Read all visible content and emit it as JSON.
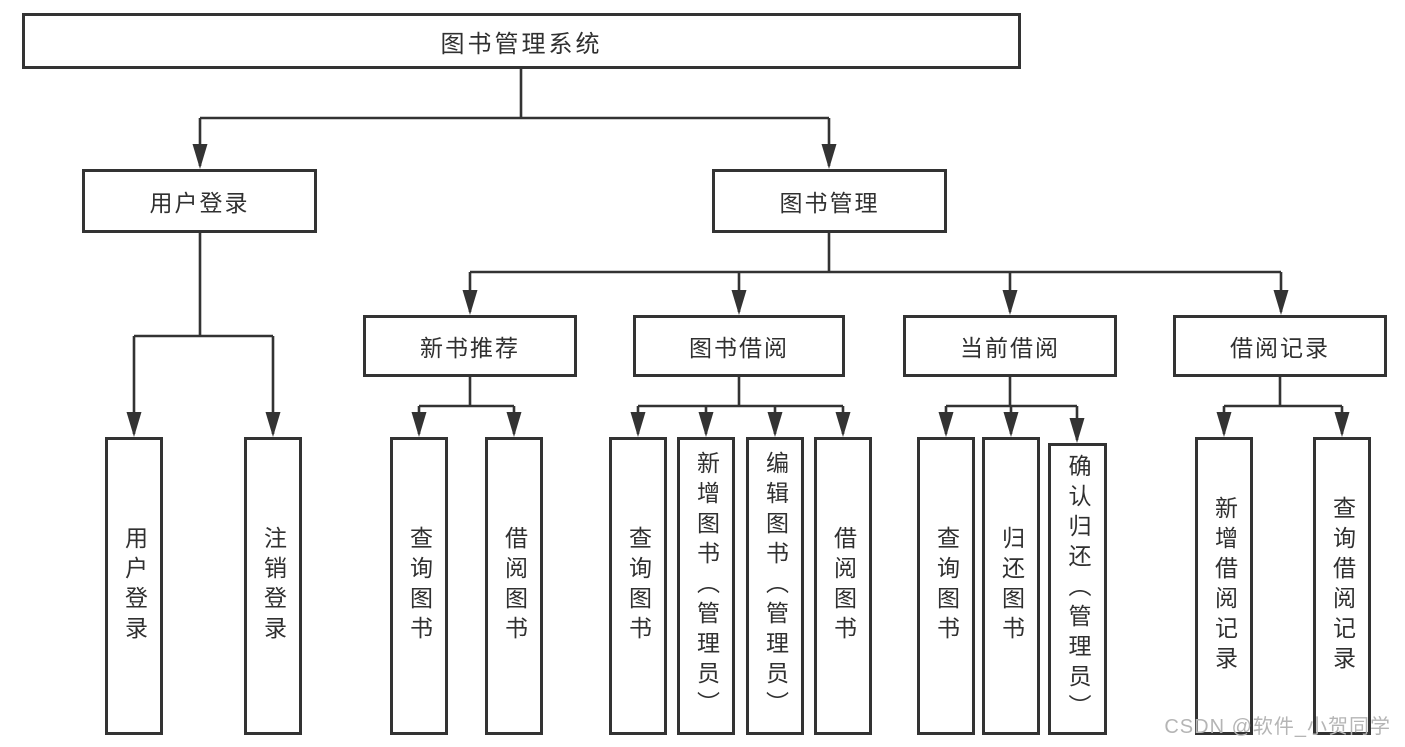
{
  "diagram": {
    "root": {
      "label": "图书管理系统"
    },
    "branches": [
      {
        "label": "用户登录",
        "children": [
          {
            "label": "用户登录"
          },
          {
            "label": "注销登录"
          }
        ]
      },
      {
        "label": "图书管理",
        "children": [
          {
            "label": "新书推荐",
            "children": [
              {
                "label": "查询图书"
              },
              {
                "label": "借阅图书"
              }
            ]
          },
          {
            "label": "图书借阅",
            "children": [
              {
                "label": "查询图书"
              },
              {
                "label": "新增图书（管理员）"
              },
              {
                "label": "编辑图书（管理员）"
              },
              {
                "label": "借阅图书"
              }
            ]
          },
          {
            "label": "当前借阅",
            "children": [
              {
                "label": "查询图书"
              },
              {
                "label": "归还图书"
              },
              {
                "label": "确认归还（管理员）"
              }
            ]
          },
          {
            "label": "借阅记录",
            "children": [
              {
                "label": "新增借阅记录"
              },
              {
                "label": "查询借阅记录"
              }
            ]
          }
        ]
      }
    ]
  },
  "watermark": {
    "text": "CSDN @软件_小贺同学"
  },
  "colors": {
    "line": "#333333",
    "text": "#303030",
    "background": "#ffffff",
    "watermark": "#b5b5b5"
  }
}
